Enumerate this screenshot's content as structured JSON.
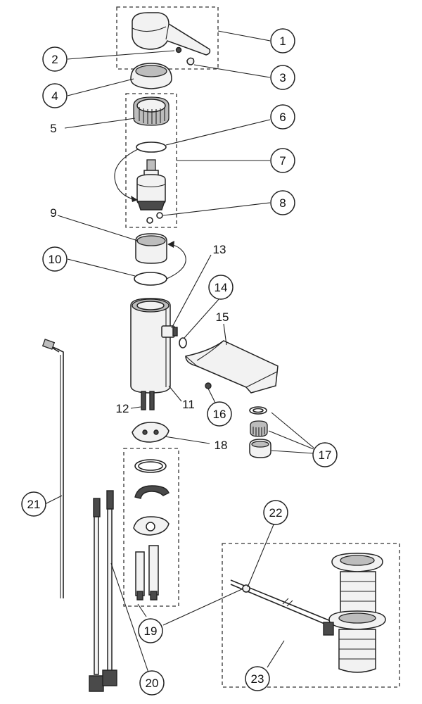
{
  "callouts": [
    {
      "id": "c1",
      "text": "1",
      "circled": true
    },
    {
      "id": "c2",
      "text": "2",
      "circled": true
    },
    {
      "id": "c3",
      "text": "3",
      "circled": true
    },
    {
      "id": "c4",
      "text": "4",
      "circled": true
    },
    {
      "id": "c5",
      "text": "5",
      "circled": false
    },
    {
      "id": "c6",
      "text": "6",
      "circled": true
    },
    {
      "id": "c7",
      "text": "7",
      "circled": true
    },
    {
      "id": "c8",
      "text": "8",
      "circled": true
    },
    {
      "id": "c9",
      "text": "9",
      "circled": false
    },
    {
      "id": "c10",
      "text": "10",
      "circled": true
    },
    {
      "id": "c11",
      "text": "11",
      "circled": false
    },
    {
      "id": "c12",
      "text": "12",
      "circled": false
    },
    {
      "id": "c13",
      "text": "13",
      "circled": false
    },
    {
      "id": "c14",
      "text": "14",
      "circled": true
    },
    {
      "id": "c15",
      "text": "15",
      "circled": false
    },
    {
      "id": "c16",
      "text": "16",
      "circled": true
    },
    {
      "id": "c17",
      "text": "17",
      "circled": true
    },
    {
      "id": "c18",
      "text": "18",
      "circled": false
    },
    {
      "id": "c19",
      "text": "19",
      "circled": true
    },
    {
      "id": "c20",
      "text": "20",
      "circled": true
    },
    {
      "id": "c21",
      "text": "21",
      "circled": true
    },
    {
      "id": "c22",
      "text": "22",
      "circled": true
    },
    {
      "id": "c23",
      "text": "23",
      "circled": true
    }
  ]
}
